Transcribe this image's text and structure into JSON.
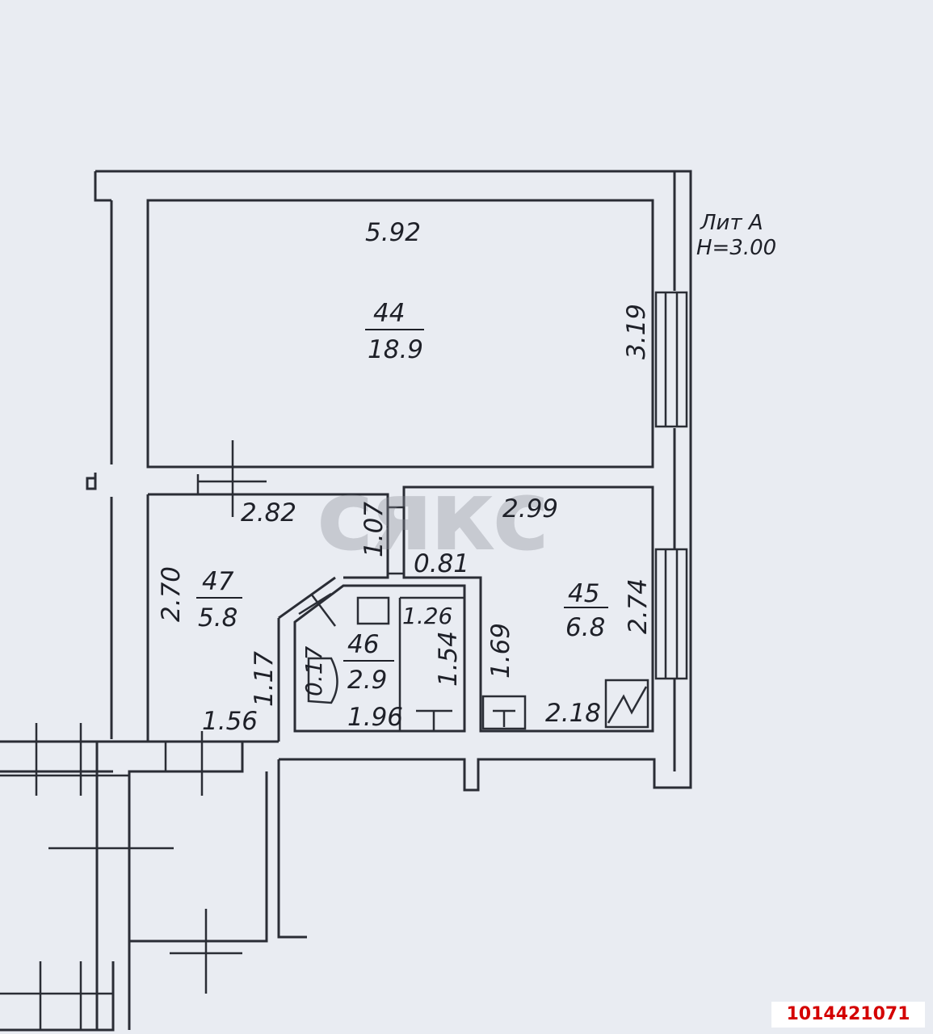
{
  "plan": {
    "header": {
      "lit": "Лит А",
      "height": "Н=3.00"
    },
    "watermark": "cякс",
    "rooms": [
      {
        "number": "44",
        "area": "18.9",
        "dims": [
          "5.92",
          "3.19"
        ]
      },
      {
        "number": "47",
        "area": "5.8",
        "dims": [
          "2.82",
          "2.70",
          "1.17",
          "1.56"
        ]
      },
      {
        "number": "46",
        "area": "2.9",
        "dims": [
          "1.26",
          "1.54",
          "1.96",
          "0.17"
        ]
      },
      {
        "number": "45",
        "area": "6.8",
        "dims": [
          "2.99",
          "2.74",
          "1.69",
          "2.18"
        ]
      }
    ],
    "corridor_dims": [
      "1.07",
      "0.81"
    ]
  },
  "listing_id": "1014421071"
}
